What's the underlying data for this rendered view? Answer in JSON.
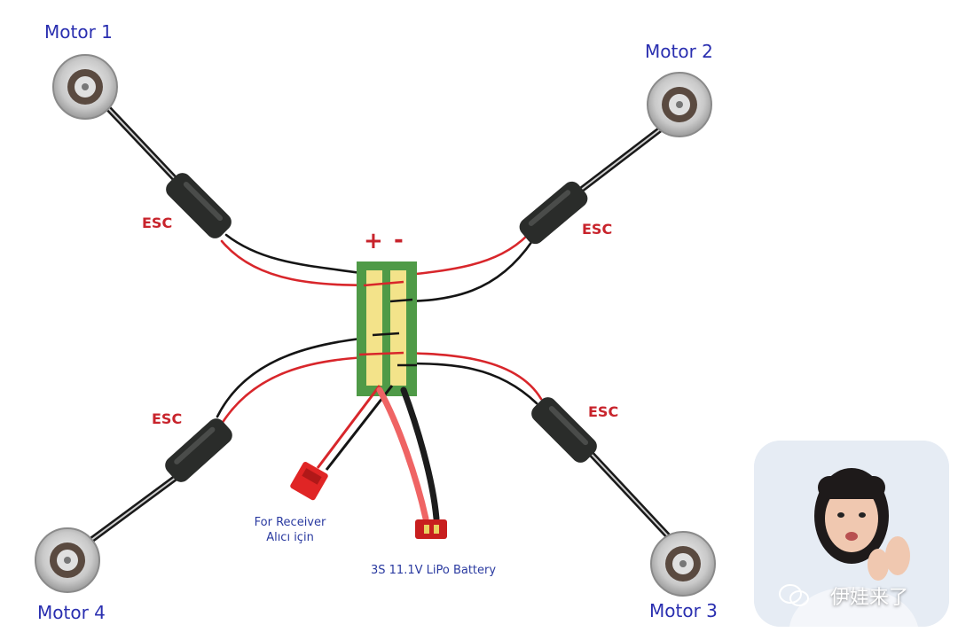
{
  "motors": [
    {
      "label": "Motor 1"
    },
    {
      "label": "Motor 2"
    },
    {
      "label": "Motor 3"
    },
    {
      "label": "Motor 4"
    }
  ],
  "esc_labels": [
    "ESC",
    "ESC",
    "ESC",
    "ESC"
  ],
  "distribution_board": {
    "plus": "+",
    "minus": "-"
  },
  "receiver": {
    "line1": "For Receiver",
    "line2": "Alıcı için"
  },
  "battery": {
    "label": "3S 11.1V LiPo Battery"
  },
  "video_overlay": {
    "watermark": "伊娃来了"
  },
  "colors": {
    "board_green": "#4f9a47",
    "board_pad": "#f3e38a",
    "wire_red": "#d8262b",
    "wire_black": "#151515",
    "esc_body": "#2a2c2a",
    "label_blue": "#2a2fb0",
    "label_red": "#c8242c"
  }
}
